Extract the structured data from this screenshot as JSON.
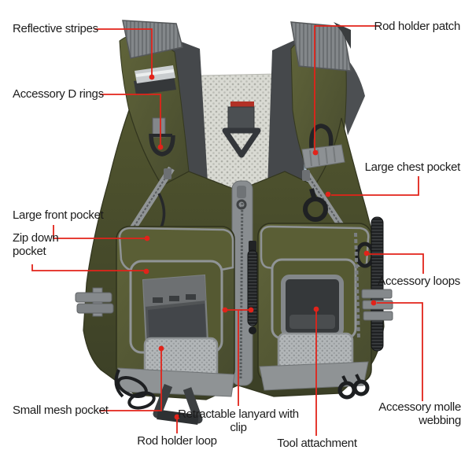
{
  "figure": {
    "type": "product-feature-callout-diagram",
    "product": "fly fishing vest"
  },
  "style": {
    "background": "#ffffff",
    "accent_color": "#e2231a",
    "label_color": "#1c1c1c",
    "vest_olive": "#545830",
    "vest_olive_dark": "#42462a",
    "trim_gray": "#8d9194",
    "mesh_white": "#d9dad3",
    "mesh_blue": "#a9bcca",
    "hardware_black": "#1f2123",
    "tag_red": "#b23126"
  },
  "callouts": [
    {
      "id": "reflective-stripes",
      "label": "Reflective stripes"
    },
    {
      "id": "rod-holder-patch",
      "label": "Rod holder patch"
    },
    {
      "id": "accessory-d-rings",
      "label": "Accessory D rings"
    },
    {
      "id": "large-chest-pocket",
      "label": "Large chest pocket"
    },
    {
      "id": "large-front-pocket",
      "label": "Large front pocket"
    },
    {
      "id": "zip-down-pocket",
      "label": "Zip down pocket"
    },
    {
      "id": "accessory-loops",
      "label": "Accessory loops"
    },
    {
      "id": "accessory-molle-webbing",
      "label": "Accessory molle webbing"
    },
    {
      "id": "small-mesh-pocket",
      "label": "Small mesh pocket"
    },
    {
      "id": "rod-holder-loop",
      "label": "Rod holder loop"
    },
    {
      "id": "retractable-lanyard",
      "label": "Retractable lanyard with clip"
    },
    {
      "id": "tool-attachment",
      "label": "Tool attachment"
    }
  ]
}
